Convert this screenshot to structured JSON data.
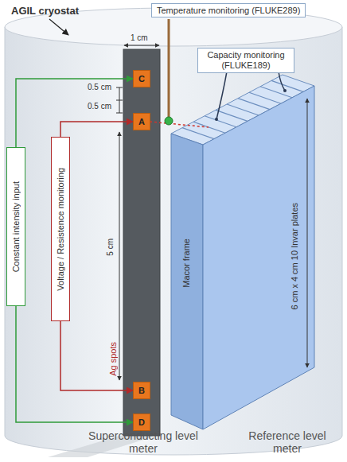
{
  "diagram": {
    "nodes": [
      {
        "text": [
          "Temperature monitoring (FLUKE289)"
        ]
      },
      {
        "text": [
          "Capacity monitoring (FLUKE189)"
        ]
      },
      {
        "text": [
          "Constant intensity input"
        ]
      },
      {
        "text": [
          "Voltage / Resistence monitoring"
        ]
      },
      {
        "text": [
          "C"
        ]
      },
      {
        "text": [
          "A"
        ]
      },
      {
        "text": [
          "B"
        ]
      },
      {
        "text": [
          "D"
        ]
      }
    ],
    "edges": [
      {
        "from": 2,
        "to": 4,
        "arrow": "to"
      },
      {
        "from": 2,
        "to": 7,
        "arrow": "to"
      },
      {
        "from": 3,
        "to": 5,
        "arrow": "to"
      },
      {
        "from": 3,
        "to": 6,
        "arrow": "to"
      }
    ],
    "labels": [
      "AGIL cryostat",
      "1 cm",
      "0.5 cm",
      "0.5 cm",
      "5 cm",
      "Ag spots",
      "Macor frame",
      "6 cm x 4 cm 10 Invar plates",
      "Superconducting level meter",
      "Reference level meter"
    ]
  }
}
